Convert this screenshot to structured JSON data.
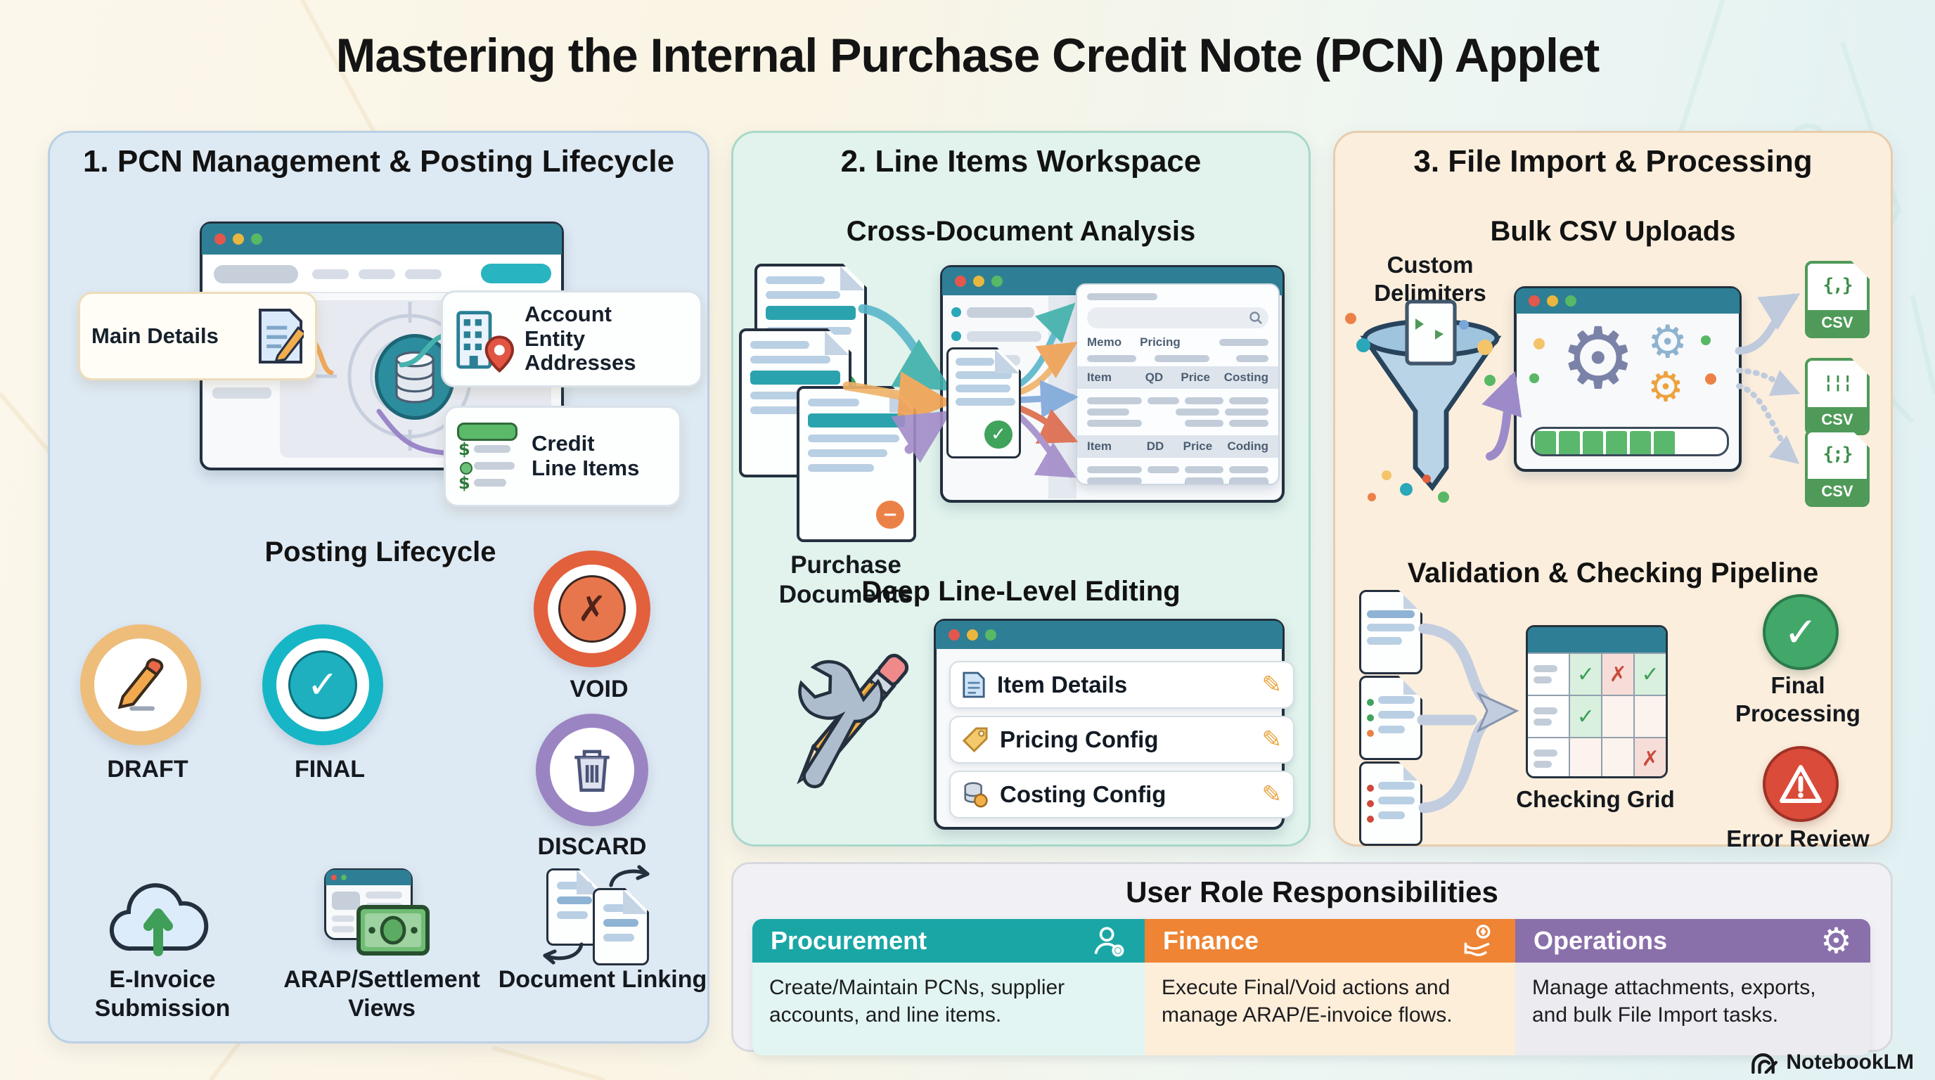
{
  "title": "Mastering the Internal Purchase Credit Note (PCN) Applet",
  "icons": {
    "dollar": "$",
    "gear": "⚙",
    "check": "✓",
    "cross": "✗",
    "edit_pencil": "✎",
    "warning_mark": "!"
  },
  "panel1": {
    "heading": "1. PCN Management & Posting Lifecycle",
    "callouts": {
      "main_details": "Main Details",
      "account_entity_addresses": "Account Entity Addresses",
      "credit_line_items": "Credit Line Items"
    },
    "lifecycle": {
      "heading": "Posting Lifecycle",
      "states": [
        {
          "label": "DRAFT",
          "icon": "pencil-icon",
          "color": "#eebd7a"
        },
        {
          "label": "FINAL",
          "icon": "check-icon",
          "color": "#17b6c6"
        },
        {
          "label": "VOID",
          "icon": "x-icon",
          "color": "#e2603c"
        },
        {
          "label": "DISCARD",
          "icon": "trash-icon",
          "color": "#9b84c2"
        }
      ]
    },
    "features": [
      {
        "label": "E-Invoice Submission",
        "icon": "cloud-upload-icon"
      },
      {
        "label": "ARAP/Settlement Views",
        "icon": "settlement-money-icon"
      },
      {
        "label": "Document Linking",
        "icon": "document-link-icon"
      }
    ]
  },
  "panel2": {
    "heading": "2. Line Items Workspace",
    "cross_doc": {
      "heading": "Cross-Document Analysis",
      "source_label": "Purchase Documents",
      "table": {
        "field_labels": [
          "Memo",
          "Pricing"
        ],
        "header1": [
          "Item",
          "QD",
          "Price",
          "Costing"
        ],
        "header2": [
          "Item",
          "DD",
          "Price",
          "Coding"
        ]
      }
    },
    "editing": {
      "heading": "Deep Line-Level Editing",
      "rows": [
        {
          "label": "Item Details",
          "icon": "document-icon"
        },
        {
          "label": "Pricing Config",
          "icon": "tag-icon"
        },
        {
          "label": "Costing Config",
          "icon": "coins-icon"
        }
      ]
    }
  },
  "panel3": {
    "heading": "3. File Import & Processing",
    "upload": {
      "heading": "Bulk CSV Uploads",
      "delimiters_label": "Custom Delimiters",
      "csv_files": [
        {
          "symbol": "{,}",
          "label": "CSV"
        },
        {
          "symbol": "¦¦¦",
          "label": "CSV"
        },
        {
          "symbol": "{;}",
          "label": "CSV"
        }
      ]
    },
    "validation": {
      "heading": "Validation & Checking Pipeline",
      "grid_label": "Checking Grid",
      "grid_marks": [
        [
          "✓",
          "✗",
          "✓"
        ],
        [
          "✓",
          "",
          ""
        ],
        [
          "",
          "",
          "✗"
        ]
      ],
      "outcomes": [
        {
          "label": "Final Processing",
          "icon": "check-circle-icon",
          "color": "#42a869"
        },
        {
          "label": "Error Review",
          "icon": "error-warning-icon",
          "color": "#da4b3a"
        }
      ]
    }
  },
  "roles": {
    "heading": "User Role Responsibilities",
    "columns": [
      {
        "name": "Procurement",
        "icon": "user-icon",
        "color": "#1ba6a6",
        "description": "Create/Maintain PCNs, supplier accounts, and line items."
      },
      {
        "name": "Finance",
        "icon": "hand-coin-icon",
        "color": "#ee8434",
        "description": "Execute Final/Void actions and manage ARAP/E-invoice flows."
      },
      {
        "name": "Operations",
        "icon": "gear-icon",
        "color": "#8a70ab",
        "description": "Manage attachments, exports, and bulk File Import tasks."
      }
    ]
  },
  "watermark": {
    "brand": "NotebookLM"
  }
}
